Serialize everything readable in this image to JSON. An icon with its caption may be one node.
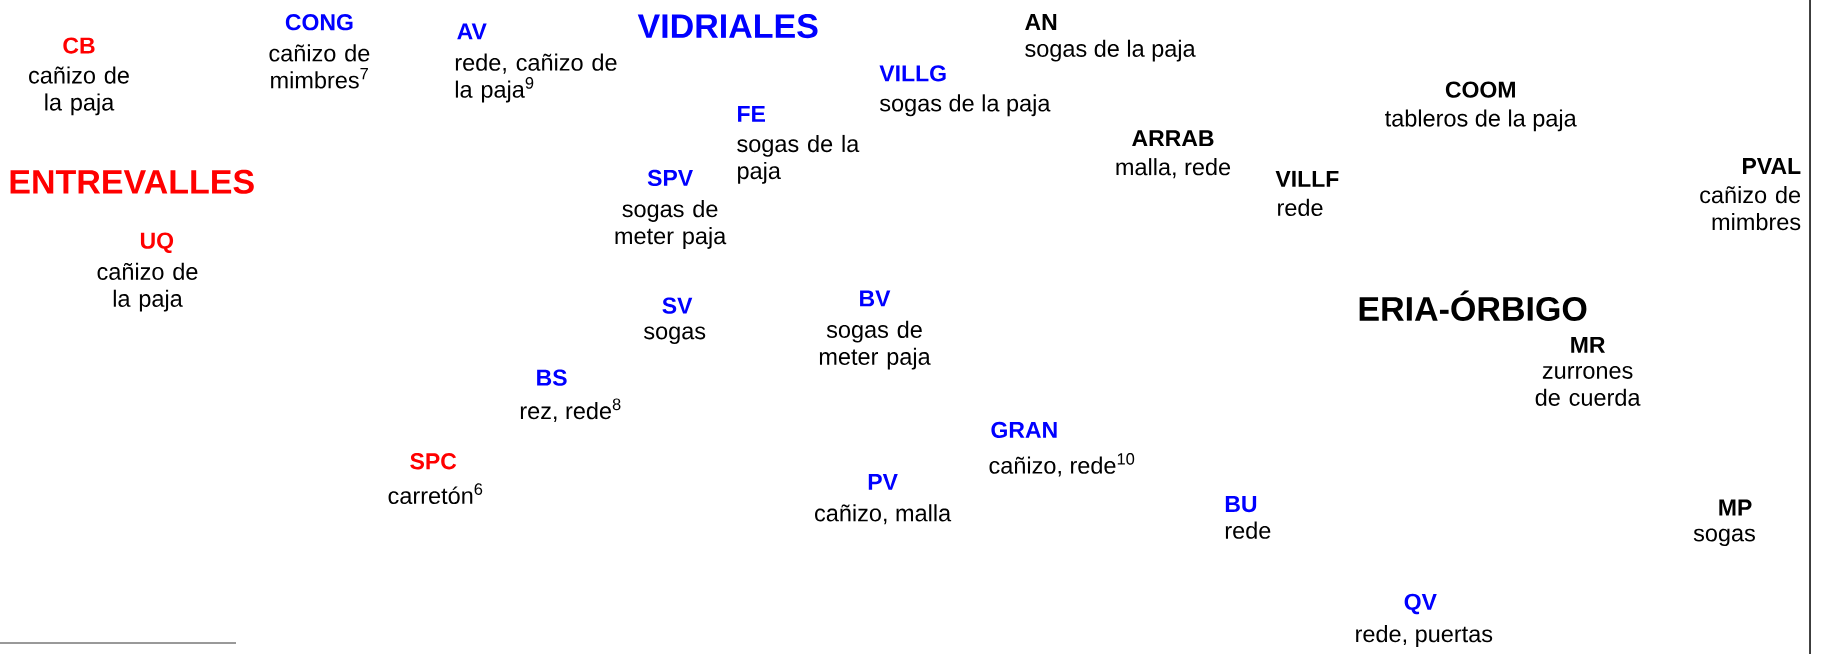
{
  "diagram": {
    "labels": [
      "CONG",
      "cañizo de mimbres$^{7}$",
      "AN",
      "sogas de la paja",
      "VIDRIALES",
      "AV",
      "rede, cañizo de la paja$^{9}$",
      "CB",
      "cañizo de la paja",
      "VILLG",
      "sogas de la paja",
      "COOM",
      "tableros de la paja",
      "FE",
      "sogas de la paja",
      "ARRAB",
      "malla, rede",
      "PVAL",
      "cañizo de mimbres",
      "SPV",
      "sogas de meter paja",
      "ENTREVALLES",
      "VILLF",
      "rede",
      "UQ",
      "cañizo de la paja",
      "SV",
      "sogas",
      "BV",
      "sogas de meter paja",
      "ERIA-ÓRBIGO",
      "MR",
      "zurrones de cuerda",
      "BS",
      "rez, rede$^{8}$",
      "GRAN",
      "cañizo, rede$^{10}$",
      "SPC",
      "carretón$^{6}$",
      "PV",
      "cañizo, malla",
      "BU",
      "rede",
      "MP",
      "sogas",
      "QV",
      "rede, puertas"
    ]
  }
}
